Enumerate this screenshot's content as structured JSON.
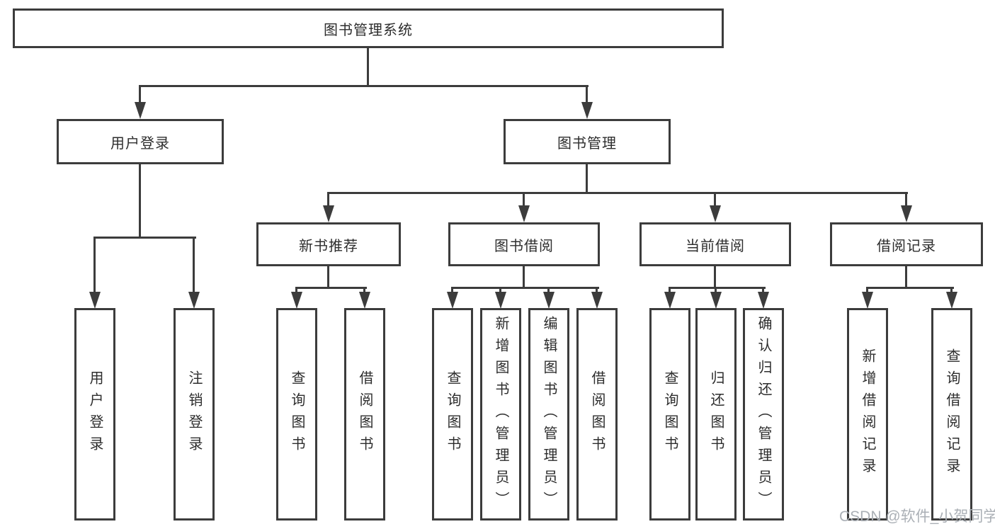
{
  "tree": {
    "label": "图书管理系统",
    "children": [
      {
        "label": "用户登录",
        "children": [
          {
            "label": "用户登录"
          },
          {
            "label": "注销登录"
          }
        ]
      },
      {
        "label": "图书管理",
        "children": [
          {
            "label": "新书推荐",
            "children": [
              {
                "label": "查询图书"
              },
              {
                "label": "借阅图书"
              }
            ]
          },
          {
            "label": "图书借阅",
            "children": [
              {
                "label": "查询图书"
              },
              {
                "label": "新增图书（管理员）"
              },
              {
                "label": "编辑图书（管理员）"
              },
              {
                "label": "借阅图书"
              }
            ]
          },
          {
            "label": "当前借阅",
            "children": [
              {
                "label": "查询图书"
              },
              {
                "label": "归还图书"
              },
              {
                "label": "确认归还（管理员）"
              }
            ]
          },
          {
            "label": "借阅记录",
            "children": [
              {
                "label": "新增借阅记录"
              },
              {
                "label": "查询借阅记录"
              }
            ]
          }
        ]
      }
    ]
  },
  "watermark": "CSDN @软件_小贺同学",
  "colors": {
    "line": "#3c3c3c",
    "text": "#2d2d2d",
    "watermark": "#abb0b6",
    "background": "#ffffff"
  }
}
